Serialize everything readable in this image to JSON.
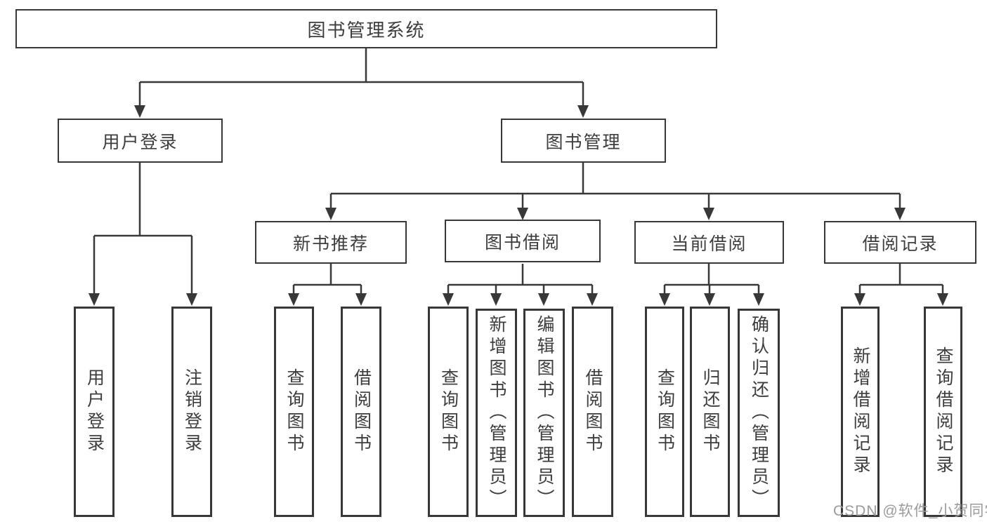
{
  "tree": {
    "label": "图书管理系统",
    "children": [
      {
        "label": "用户登录",
        "children": [
          {
            "label": "用户登录"
          },
          {
            "label": "注销登录"
          }
        ]
      },
      {
        "label": "图书管理",
        "children": [
          {
            "label": "新书推荐",
            "children": [
              {
                "label": "查询图书"
              },
              {
                "label": "借阅图书"
              }
            ]
          },
          {
            "label": "图书借阅",
            "children": [
              {
                "label": "查询图书"
              },
              {
                "label": "新增图书（管理员）"
              },
              {
                "label": "编辑图书（管理员）"
              },
              {
                "label": "借阅图书"
              }
            ]
          },
          {
            "label": "当前借阅",
            "children": [
              {
                "label": "查询图书"
              },
              {
                "label": "归还图书"
              },
              {
                "label": "确认归还（管理员）"
              }
            ]
          },
          {
            "label": "借阅记录",
            "children": [
              {
                "label": "新增借阅记录"
              },
              {
                "label": "查询借阅记录"
              }
            ]
          }
        ]
      }
    ]
  },
  "watermark": "CSDN @软件_小贺同学",
  "colors": {
    "line": "#383838",
    "text": "#3d3d3d",
    "watermark": "#9b9b9b",
    "background": "#ffffff"
  }
}
